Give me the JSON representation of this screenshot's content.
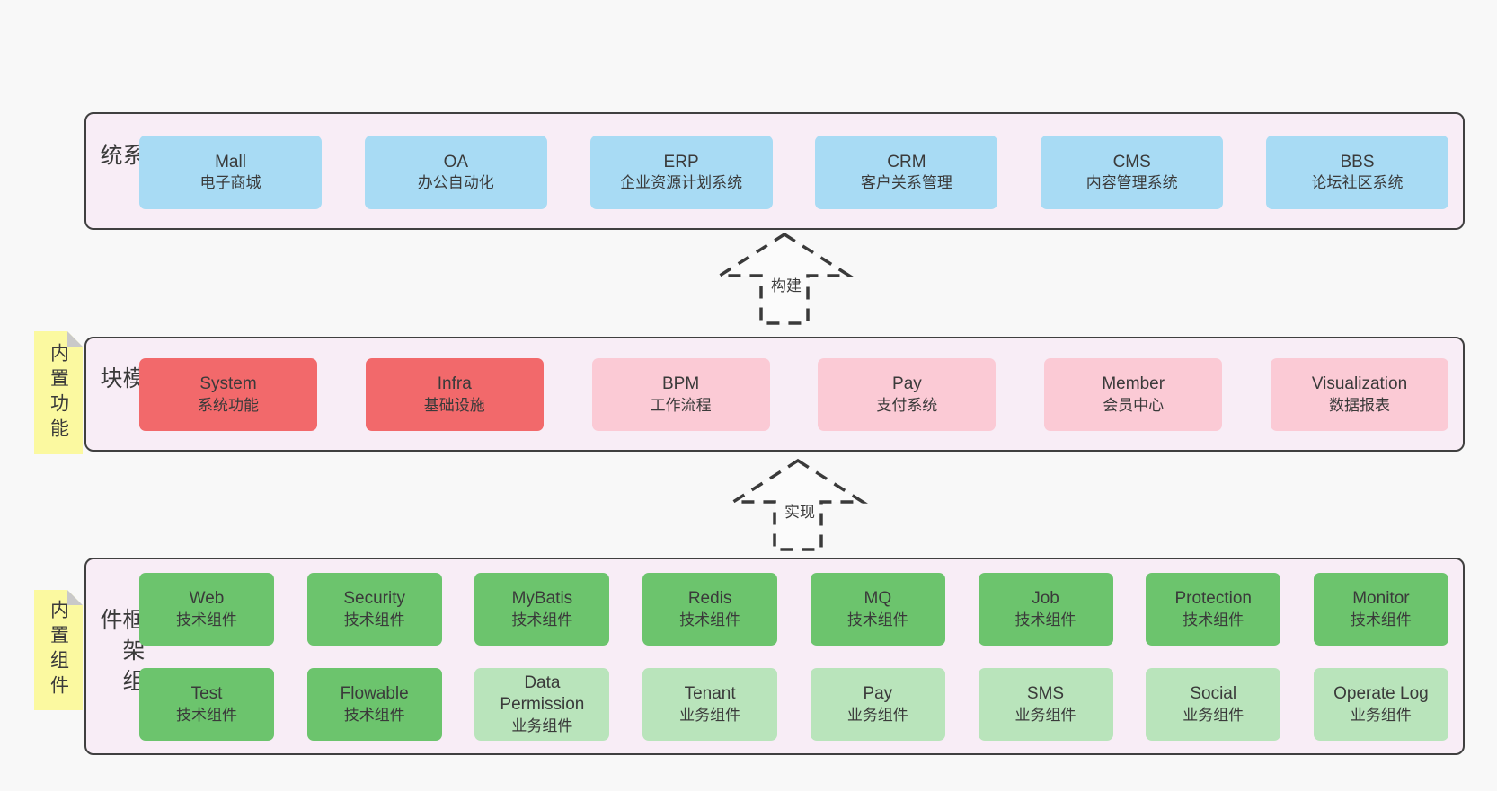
{
  "colors": {
    "page_bg": "#f8f8f8",
    "band_bg": "#f8edf6",
    "band_border": "#404040",
    "box_blue": "#a8dbf4",
    "box_red": "#f2696b",
    "box_pink": "#fbcad5",
    "box_green_dark": "#6cc46d",
    "box_green_light": "#b9e4bb",
    "tab_yellow": "#fbf9a0",
    "tab_fold": "#c9c9c9",
    "text": "#3a3a3a",
    "arrow_dash": "#3a3a3a",
    "arrow_fill": "#fbfbfb"
  },
  "bands": {
    "business": {
      "label": "业务系统",
      "boxes": [
        {
          "title": "Mall",
          "subtitle": "电子商城",
          "variant": "blue"
        },
        {
          "title": "OA",
          "subtitle": "办公自动化",
          "variant": "blue"
        },
        {
          "title": "ERP",
          "subtitle": "企业资源计划系统",
          "variant": "blue"
        },
        {
          "title": "CRM",
          "subtitle": "客户关系管理",
          "variant": "blue"
        },
        {
          "title": "CMS",
          "subtitle": "内容管理系统",
          "variant": "blue"
        },
        {
          "title": "BBS",
          "subtitle": "论坛社区系统",
          "variant": "blue"
        }
      ]
    },
    "modules": {
      "label": "通用模块",
      "tab": "内置功能",
      "boxes": [
        {
          "title": "System",
          "subtitle": "系统功能",
          "variant": "red"
        },
        {
          "title": "Infra",
          "subtitle": "基础设施",
          "variant": "red"
        },
        {
          "title": "BPM",
          "subtitle": "工作流程",
          "variant": "pink"
        },
        {
          "title": "Pay",
          "subtitle": "支付系统",
          "variant": "pink"
        },
        {
          "title": "Member",
          "subtitle": "会员中心",
          "variant": "pink"
        },
        {
          "title": "Visualization",
          "subtitle": "数据报表",
          "variant": "pink"
        }
      ]
    },
    "framework": {
      "label": "框架组件",
      "tab": "内置组件",
      "rows": [
        [
          {
            "title": "Web",
            "subtitle": "技术组件",
            "variant": "green-dark"
          },
          {
            "title": "Security",
            "subtitle": "技术组件",
            "variant": "green-dark"
          },
          {
            "title": "MyBatis",
            "subtitle": "技术组件",
            "variant": "green-dark"
          },
          {
            "title": "Redis",
            "subtitle": "技术组件",
            "variant": "green-dark"
          },
          {
            "title": "MQ",
            "subtitle": "技术组件",
            "variant": "green-dark"
          },
          {
            "title": "Job",
            "subtitle": "技术组件",
            "variant": "green-dark"
          },
          {
            "title": "Protection",
            "subtitle": "技术组件",
            "variant": "green-dark"
          },
          {
            "title": "Monitor",
            "subtitle": "技术组件",
            "variant": "green-dark"
          }
        ],
        [
          {
            "title": "Test",
            "subtitle": "技术组件",
            "variant": "green-dark"
          },
          {
            "title": "Flowable",
            "subtitle": "技术组件",
            "variant": "green-dark"
          },
          {
            "title": "Data Permission",
            "subtitle": "业务组件",
            "variant": "green-light"
          },
          {
            "title": "Tenant",
            "subtitle": "业务组件",
            "variant": "green-light"
          },
          {
            "title": "Pay",
            "subtitle": "业务组件",
            "variant": "green-light"
          },
          {
            "title": "SMS",
            "subtitle": "业务组件",
            "variant": "green-light"
          },
          {
            "title": "Social",
            "subtitle": "业务组件",
            "variant": "green-light"
          },
          {
            "title": "Operate Log",
            "subtitle": "业务组件",
            "variant": "green-light"
          }
        ]
      ]
    }
  },
  "arrows": [
    {
      "label": "构建"
    },
    {
      "label": "实现"
    }
  ]
}
